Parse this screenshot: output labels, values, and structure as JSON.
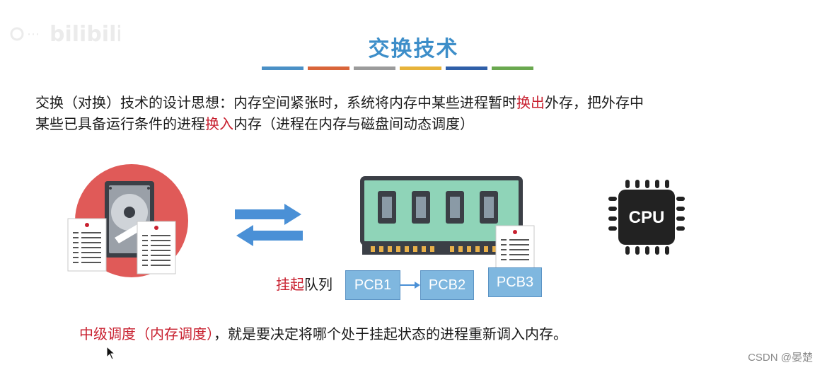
{
  "slide": {
    "watermark_text": "bilibili",
    "title": "交换技术",
    "stripe_colors": [
      "#4a90c6",
      "#d9653a",
      "#9b9b9b",
      "#e7b33a",
      "#2f5fa8",
      "#6aa84f"
    ],
    "paragraph": {
      "p1": "交换（对换）技术的设计思想：内存空间紧张时，系统将内存中某些进程暂时",
      "h1": "换出",
      "p2": "外存，把外存中",
      "p3": "某些已具备运行条件的进程",
      "h2": "换入",
      "p4": "内存（进程在内存与磁盘间动态调度）"
    },
    "queue": {
      "label_red": "挂起",
      "label_rest": "队列",
      "items": [
        "PCB1",
        "PCB2",
        "PCB3"
      ]
    },
    "bottom": {
      "red": "中级调度（内存调度）",
      "rest": "，就是要决定将哪个处于挂起状态的进程重新调入内存。"
    },
    "cpu_label": "CPU",
    "footer": "CSDN @晏楚"
  },
  "icons": {
    "disk": "hard-disk-icon",
    "arrows": "swap-arrows-icon",
    "ram": "memory-module-icon",
    "cpu": "cpu-chip-icon",
    "doc": "document-icon"
  },
  "colors": {
    "title": "#3d8ec9",
    "highlight": "#c8202f",
    "disk_circle": "#e05a58",
    "ram_green": "#8fd4b8",
    "arrow_blue": "#4a90d6",
    "pcb_fill": "#7fb7df"
  }
}
